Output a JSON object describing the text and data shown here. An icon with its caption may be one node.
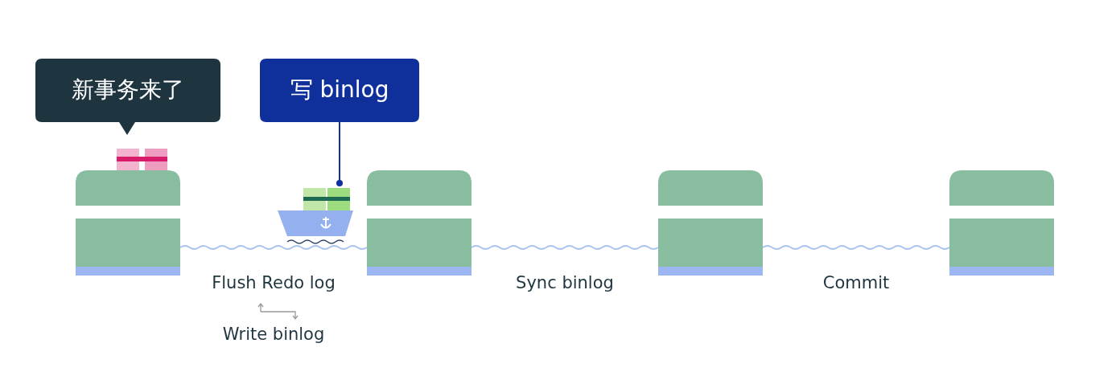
{
  "diagram": {
    "nodes": [
      {
        "text": [
          "新事务来了"
        ]
      },
      {
        "text": [
          "写 binlog"
        ]
      },
      {
        "text": [],
        "shape": "box"
      },
      {
        "text": [],
        "shape": "box"
      },
      {
        "text": [],
        "shape": "box"
      },
      {
        "text": [],
        "shape": "box"
      },
      {
        "text": [],
        "shape": "picture"
      }
    ],
    "edges": [
      {
        "from": 1,
        "to": 6,
        "arrow": "other",
        "color": "#0f2f9a"
      },
      {
        "from": 2,
        "to": 3,
        "arrow": "none",
        "label": "Flush Redo log"
      },
      {
        "from": 3,
        "to": 4,
        "arrow": "none",
        "label": "Sync binlog"
      },
      {
        "from": 4,
        "to": 5,
        "arrow": "none",
        "label": "Commit"
      }
    ],
    "labels": [
      "Write binlog"
    ]
  }
}
